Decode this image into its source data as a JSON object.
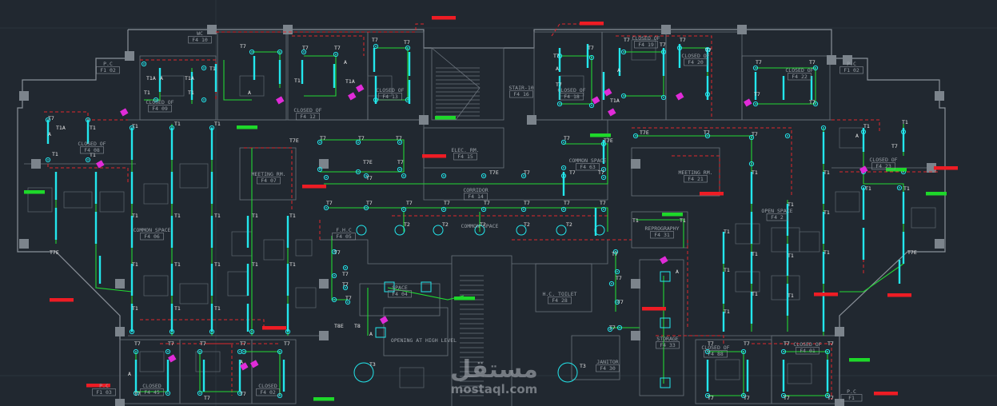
{
  "rooms": [
    {
      "id": "wc",
      "name": "WC",
      "code": "F4 10"
    },
    {
      "id": "pc1",
      "name": "P.C",
      "code": "F1 02"
    },
    {
      "id": "closed_tl1",
      "name": "CLOSED OF",
      "code": "F4 09"
    },
    {
      "id": "closed_tl2",
      "name": "CLOSED OF",
      "code": "F4 12"
    },
    {
      "id": "closed_tl3",
      "name": "CLOSED OF",
      "code": "F4 13"
    },
    {
      "id": "closed_left",
      "name": "CLOSED OF",
      "code": "F4 08"
    },
    {
      "id": "meeting_l",
      "name": "MEETING RM.",
      "code": "F4 07"
    },
    {
      "id": "common_l",
      "name": "COMMON SPACE",
      "code": "F4 06"
    },
    {
      "id": "elec",
      "name": "ELEC. RM.",
      "code": "F4 15"
    },
    {
      "id": "stair",
      "name": "STAIR-10",
      "code": "F4 16"
    },
    {
      "id": "corridor",
      "name": "CORRIDOR",
      "code": "F4 14"
    },
    {
      "id": "closed_tr1",
      "name": "CLOSED OF",
      "code": "F4 18"
    },
    {
      "id": "closed_tr2",
      "name": "CLOSED OF",
      "code": "F4 19"
    },
    {
      "id": "closed_tr3",
      "name": "CLOSED OF",
      "code": "F4 20"
    },
    {
      "id": "common_r",
      "name": "COMMON SPACE",
      "code": "F4 63"
    },
    {
      "id": "closed_tr4",
      "name": "CLOSED OF",
      "code": "F4 22"
    },
    {
      "id": "pc2",
      "name": "P.C",
      "code": "F1 02"
    },
    {
      "id": "meeting_r",
      "name": "MEETING RM.",
      "code": "F4 21"
    },
    {
      "id": "closed_right",
      "name": "CLOSED OF",
      "code": "F4 23"
    },
    {
      "id": "open_l",
      "name": "OPEN SPACE",
      "code": "F4 04"
    },
    {
      "id": "fhc",
      "name": "F.H.C",
      "code": "F4 05"
    },
    {
      "id": "common_c",
      "name": "COMMON SPACE",
      "code": ""
    },
    {
      "id": "repro",
      "name": "REPROGRAPHY",
      "code": "F4 31"
    },
    {
      "id": "open_r",
      "name": "OPEN SPACE",
      "code": "F4 2"
    },
    {
      "id": "space",
      "name": "SPACE",
      "code": "F4 04"
    },
    {
      "id": "htoilet",
      "name": "H.C. TOILET",
      "code": "F4 28"
    },
    {
      "id": "opening",
      "name": "OPENING AT HIGH LEVEL",
      "code": ""
    },
    {
      "id": "storage",
      "name": "STORAGE",
      "code": "F4 33"
    },
    {
      "id": "janitor",
      "name": "JANITOR",
      "code": "F4 30"
    },
    {
      "id": "closed_bl1",
      "name": "CLOSED",
      "code": "F4 45"
    },
    {
      "id": "closed_bl2",
      "name": "CLOSED",
      "code": "F4 02"
    },
    {
      "id": "closed_br1",
      "name": "CLOSED OF",
      "code": "F4 88"
    },
    {
      "id": "closed_br2",
      "name": "CLOSED OF",
      "code": "F4 01"
    },
    {
      "id": "pc3",
      "name": "P.C",
      "code": "F1 03"
    },
    {
      "id": "pc4",
      "name": "P.C",
      "code": "F1"
    }
  ],
  "fixture_tags": [
    "T1",
    "T1A",
    "T7",
    "T7E",
    "T2",
    "T3",
    "T8",
    "T8E",
    "A"
  ],
  "watermark": {
    "arabic": "مستقل",
    "latin": "mostaql.com"
  },
  "colors": {
    "background": "#212830",
    "walls": "#8a9199",
    "light_fixture": "#23e6ec",
    "circuit_wire": "#22d833",
    "circuit_boundary": "#e0272d",
    "annotation_red": "#ee1c24",
    "annotation_green": "#1ed82a",
    "equipment": "#e02bd8"
  }
}
